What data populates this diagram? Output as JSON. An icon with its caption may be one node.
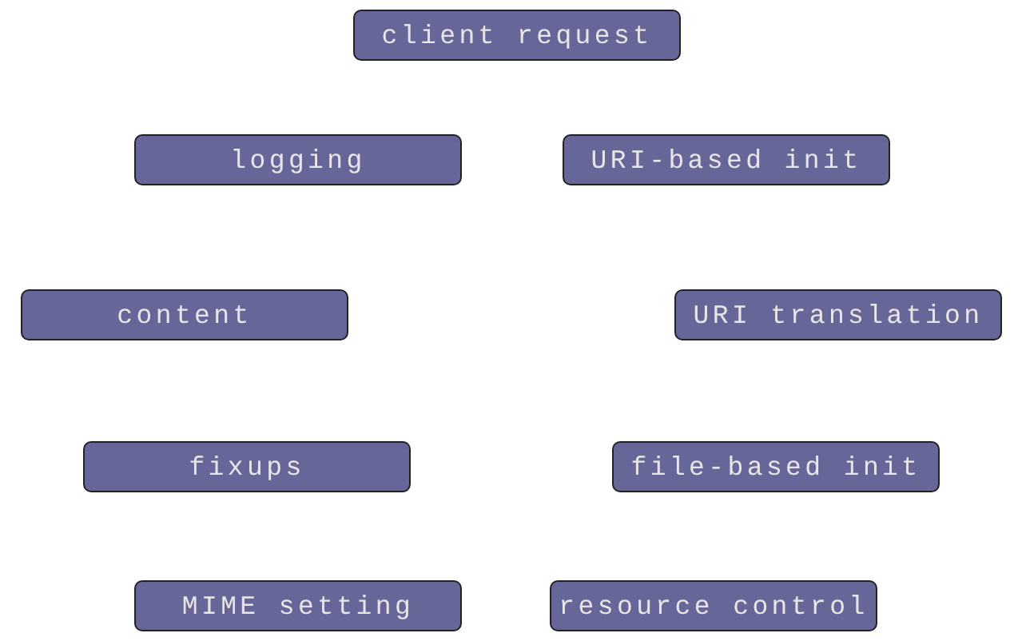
{
  "diagram": {
    "nodes": [
      {
        "text": [
          "client request"
        ]
      },
      {
        "text": [
          "logging"
        ]
      },
      {
        "text": [
          "URI-based init"
        ]
      },
      {
        "text": [
          "content"
        ]
      },
      {
        "text": [
          "URI translation"
        ]
      },
      {
        "text": [
          "fixups"
        ]
      },
      {
        "text": [
          "file-based init"
        ]
      },
      {
        "text": [
          "MIME setting"
        ]
      },
      {
        "text": [
          "resource control"
        ]
      }
    ]
  }
}
